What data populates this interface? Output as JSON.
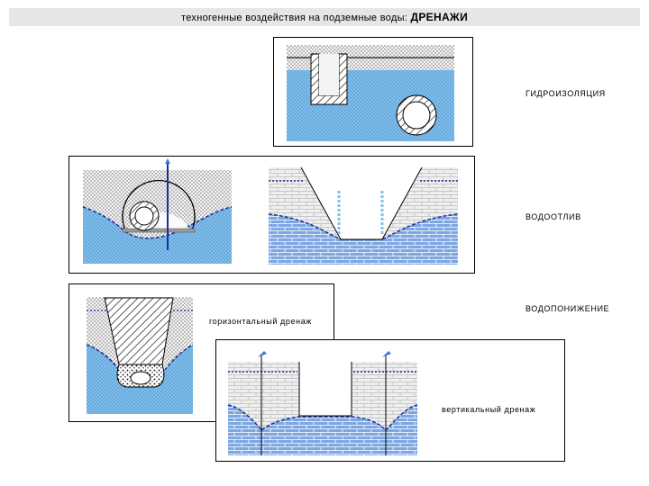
{
  "title": {
    "prefix": "техногенные воздействия на подземные воды:",
    "main": "ДРЕНАЖИ"
  },
  "labels": {
    "waterproofing": "ГИДРОИЗОЛЯЦИЯ",
    "dewatering": "ВОДООТЛИВ",
    "lowering": "ВОДОПОНИЖЕНИЕ",
    "horizontal_drain": "горизонтальный дренаж",
    "vertical_drain": "вертикальный дренаж"
  },
  "colors": {
    "water": "#7ec0ea",
    "water_dots": "#1f4aa8",
    "soil": "#f2f2f2",
    "brick_lines": "#ffffff",
    "water_table": "#1a2f9a",
    "hatch": "#000000",
    "pipe_gray": "#9a9a9a",
    "arrow_blue": "#3a7ad8"
  }
}
